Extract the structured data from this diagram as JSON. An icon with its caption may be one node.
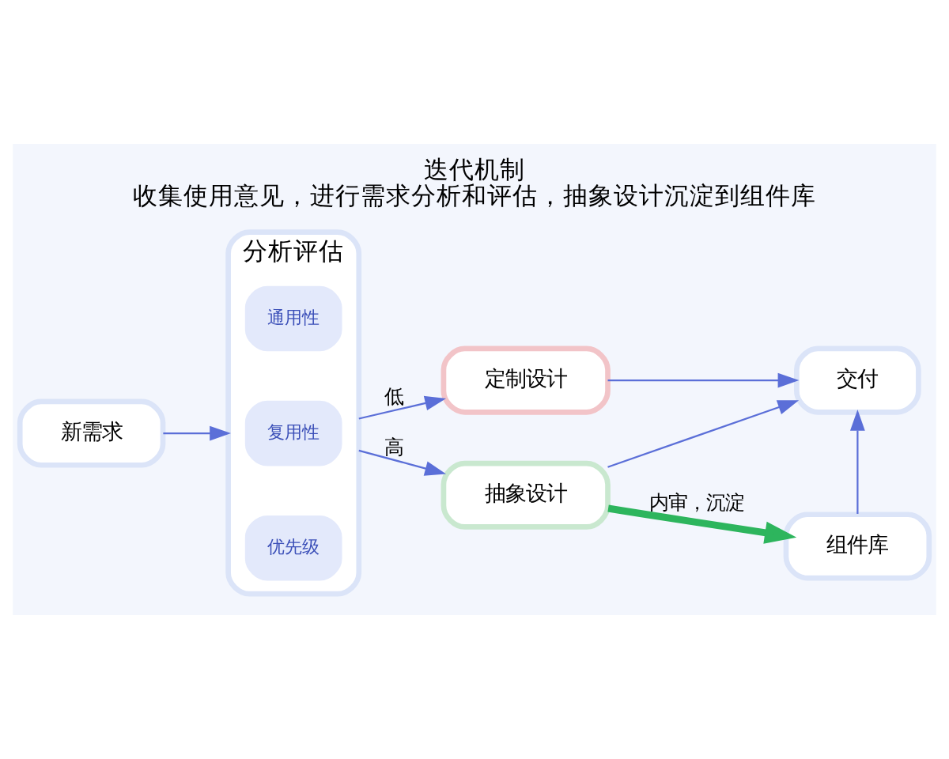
{
  "diagram": {
    "title": "迭代机制",
    "caption": "收集使用意见，进行需求分析和评估，抽象设计沉淀到组件库",
    "nodes": [
      {
        "text": [
          "新需求"
        ]
      },
      {
        "text": [
          "分析评估"
        ]
      },
      {
        "text": [
          "通用性"
        ],
        "in": 1
      },
      {
        "text": [
          "复用性"
        ],
        "in": 1
      },
      {
        "text": [
          "优先级"
        ],
        "in": 1
      },
      {
        "text": [
          "定制设计"
        ]
      },
      {
        "text": [
          "抽象设计"
        ]
      },
      {
        "text": [
          "交付"
        ]
      },
      {
        "text": [
          "组件库"
        ]
      }
    ],
    "edges": [
      {
        "from": 0,
        "to": 1,
        "arrow": "to"
      },
      {
        "from": 1,
        "to": 5,
        "arrow": "to",
        "label": "低"
      },
      {
        "from": 1,
        "to": 6,
        "arrow": "to",
        "label": "高"
      },
      {
        "from": 5,
        "to": 7,
        "arrow": "to"
      },
      {
        "from": 6,
        "to": 7,
        "arrow": "to"
      },
      {
        "from": 8,
        "to": 7,
        "arrow": "to"
      },
      {
        "from": 6,
        "to": 8,
        "arrow": "to",
        "label": "内审，沉淀",
        "style": "thick",
        "color": "#2db55d"
      }
    ]
  }
}
